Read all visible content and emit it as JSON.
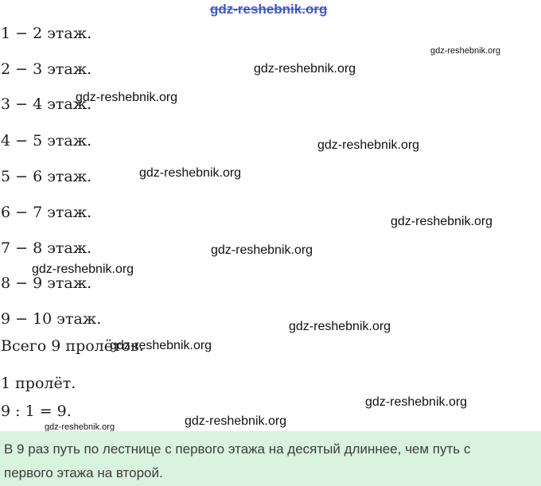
{
  "watermark": {
    "text": "gdz-reshebnik.org"
  },
  "solution": {
    "lines": [
      "1 − 2 этаж.",
      "2 − 3 этаж.",
      "3 − 4 этаж.",
      "4 − 5 этаж.",
      "5 − 6 этаж.",
      "6 − 7 этаж.",
      "7 − 8 этаж.",
      "8 − 9 этаж.",
      "9 − 10 этаж.",
      "Всего 9 пролётов.",
      "1 пролёт.",
      "9 : 1 = 9."
    ]
  },
  "answer": {
    "text": "В 9 раз путь по лестнице с первого этажа на десятый длиннее, чем путь с первого этажа на второй.",
    "highlight_color": "#d9f3de"
  },
  "colors": {
    "top_watermark": "#4059cf",
    "watermark": "#111111",
    "answer_text": "#3d3d3d"
  }
}
